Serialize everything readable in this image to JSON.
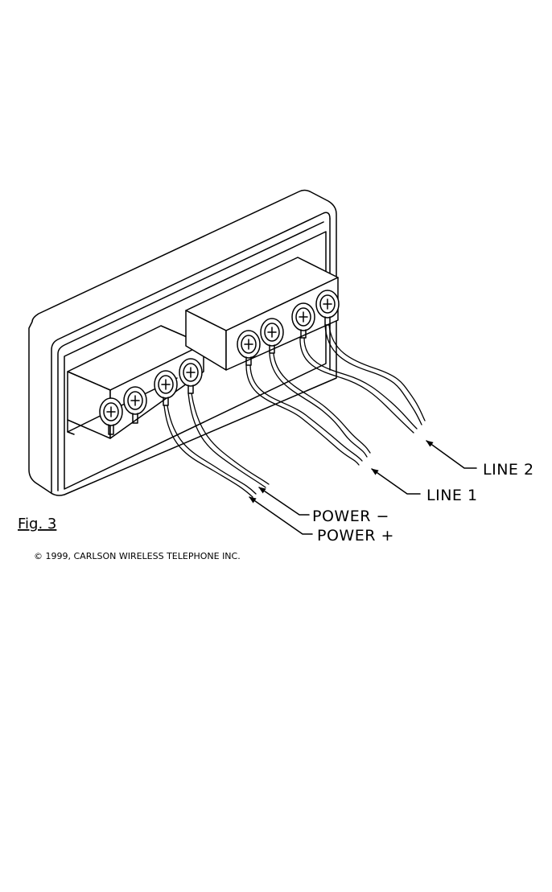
{
  "labels": {
    "line2": "LINE 2",
    "line1": "LINE 1",
    "power_minus": "POWER −",
    "power_plus": "POWER +"
  },
  "figure_caption": "Fig. 3",
  "copyright": "© 1999, CARLSON WIRELESS TELEPHONE INC.",
  "colors": {
    "ink": "#000000",
    "paper": "#ffffff"
  }
}
